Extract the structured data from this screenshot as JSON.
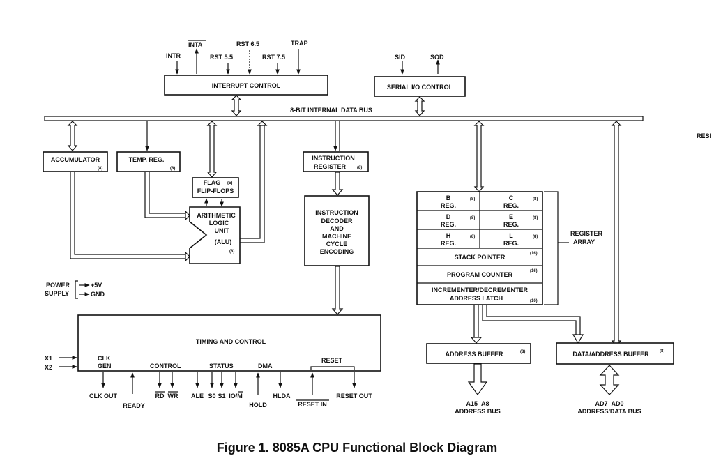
{
  "caption": "Figure 1. 8085A CPU Functional Block Diagram",
  "edge_text": "RESI",
  "inputs": {
    "intr": "INTR",
    "inta": "INTA",
    "rst55": "RST 5.5",
    "rst65": "RST 6.5",
    "rst75": "RST 7.5",
    "trap": "TRAP",
    "sid": "SID",
    "sod": "SOD"
  },
  "blocks": {
    "interrupt_control": "INTERRUPT CONTROL",
    "serial_io_control": "SERIAL I/O CONTROL",
    "bus_label": "8-BIT INTERNAL DATA BUS",
    "accumulator": "ACCUMULATOR",
    "temp_reg": "TEMP. REG.",
    "flag_line1": "FLAG",
    "flag_line2": "FLIP-FLOPS",
    "alu_line1": "ARITHMETIC",
    "alu_line2": "LOGIC",
    "alu_line3": "UNIT",
    "alu_line4": "(ALU)",
    "ir_line1": "INSTRUCTION",
    "ir_line2": "REGISTER",
    "dec_line1": "INSTRUCTION",
    "dec_line2": "DECODER",
    "dec_line3": "AND",
    "dec_line4": "MACHINE",
    "dec_line5": "CYCLE",
    "dec_line6": "ENCODING",
    "b_reg": "B",
    "c_reg": "C",
    "d_reg": "D",
    "e_reg": "E",
    "h_reg": "H",
    "l_reg": "L",
    "reg_word": "REG.",
    "stack_pointer": "STACK POINTER",
    "program_counter": "PROGRAM COUNTER",
    "inc_dec_line1": "INCREMENTER/DECREMENTER",
    "inc_dec_line2": "ADDRESS LATCH",
    "register_array_1": "REGISTER",
    "register_array_2": "ARRAY",
    "timing_control": "TIMING AND CONTROL",
    "clk_gen_1": "CLK",
    "clk_gen_2": "GEN",
    "control": "CONTROL",
    "status": "STATUS",
    "dma": "DMA",
    "reset": "RESET",
    "address_buffer": "ADDRESS BUFFER",
    "data_address_buffer": "DATA/ADDRESS BUFFER"
  },
  "bit_widths": {
    "accumulator": "(8)",
    "temp_reg": "(8)",
    "flag": "(5)",
    "alu": "(8)",
    "ir": "(8)",
    "b": "(8)",
    "c": "(8)",
    "d": "(8)",
    "e": "(8)",
    "h": "(8)",
    "l": "(8)",
    "sp": "(16)",
    "pc": "(16)",
    "inc": "(16)",
    "addr_buf": "(8)",
    "data_buf": "(8)"
  },
  "power_supply": {
    "label_1": "POWER",
    "label_2": "SUPPLY",
    "plus5v": "+5V",
    "gnd": "GND"
  },
  "signals": {
    "x1": "X1",
    "x2": "X2",
    "clk_out": "CLK OUT",
    "ready": "READY",
    "rd": "RD",
    "wr": "WR",
    "ale": "ALE",
    "s0": "S0",
    "s1": "S1",
    "io_m": "IO/M",
    "hold": "HOLD",
    "hlda": "HLDA",
    "reset_in": "RESET IN",
    "reset_out": "RESET OUT"
  },
  "buses": {
    "addr_bus_1": "A15–A8",
    "addr_bus_2": "ADDRESS BUS",
    "data_bus_1": "AD7–AD0",
    "data_bus_2": "ADDRESS/DATA BUS"
  }
}
